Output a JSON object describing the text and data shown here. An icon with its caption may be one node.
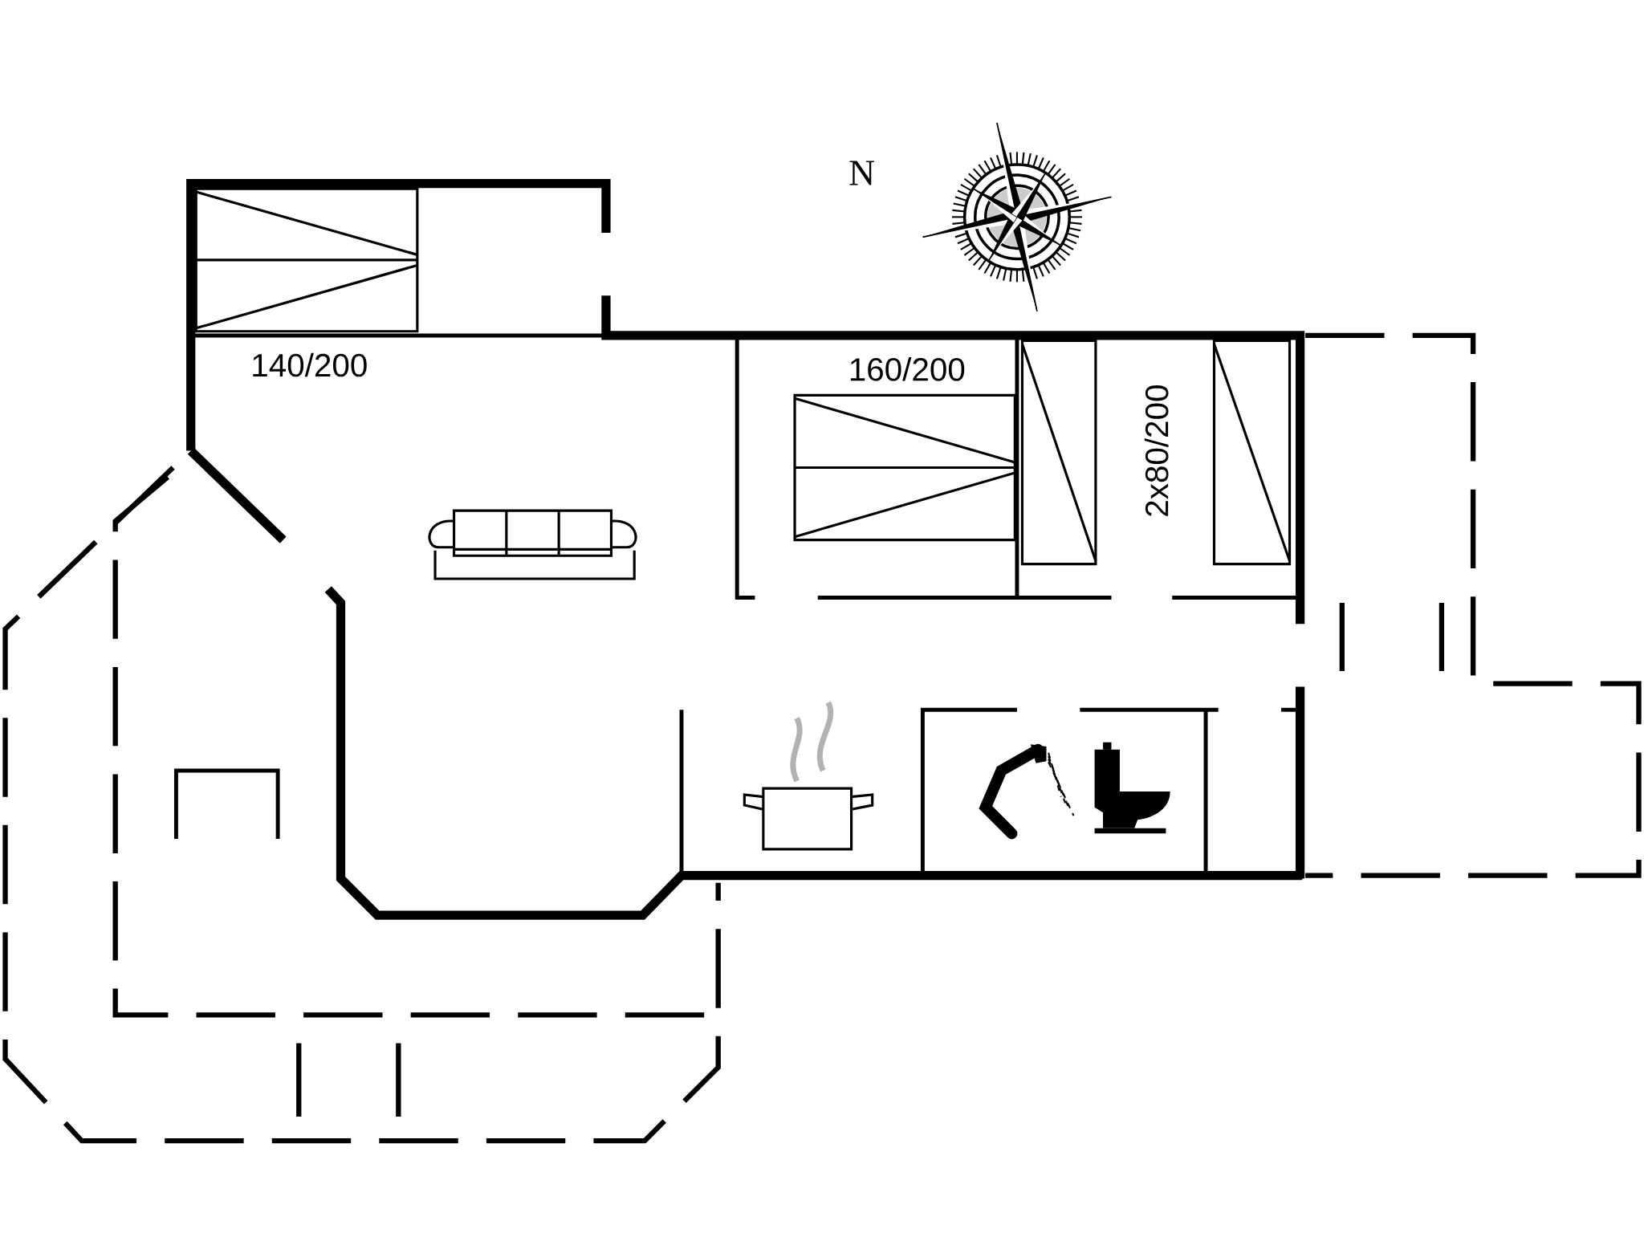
{
  "diagram": {
    "labels": [
      "N",
      "140/200",
      "160/200",
      "2x80/200"
    ]
  }
}
